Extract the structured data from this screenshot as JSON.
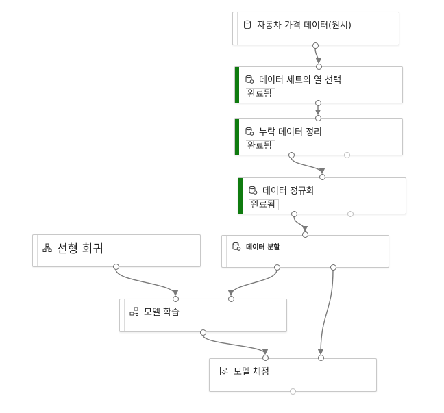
{
  "colors": {
    "completed": "#0f7b0f",
    "edge": "#7a7a7a",
    "border": "#c8c8c8"
  },
  "nodes": {
    "raw_data": {
      "title": "자동차 가격 데이터(원시)",
      "icon": "database-icon"
    },
    "select_columns": {
      "title": "데이터 세트의 열 선택",
      "status": "완료됨",
      "icon": "dataset-gear-icon"
    },
    "clean_missing": {
      "title": "누락 데이터 정리",
      "status": "완료됨",
      "icon": "dataset-gear-icon"
    },
    "normalize": {
      "title": "데이터 정규화",
      "status": "완료됨",
      "icon": "dataset-gear-icon"
    },
    "linear_regression": {
      "title": "선형 회귀",
      "icon": "hierarchy-icon"
    },
    "split_data": {
      "title": "데이터 분할",
      "icon": "dataset-gear-icon"
    },
    "train_model": {
      "title": "모델 학습",
      "icon": "train-model-icon"
    },
    "score_model": {
      "title": "모델 채점",
      "icon": "scatter-icon"
    }
  }
}
